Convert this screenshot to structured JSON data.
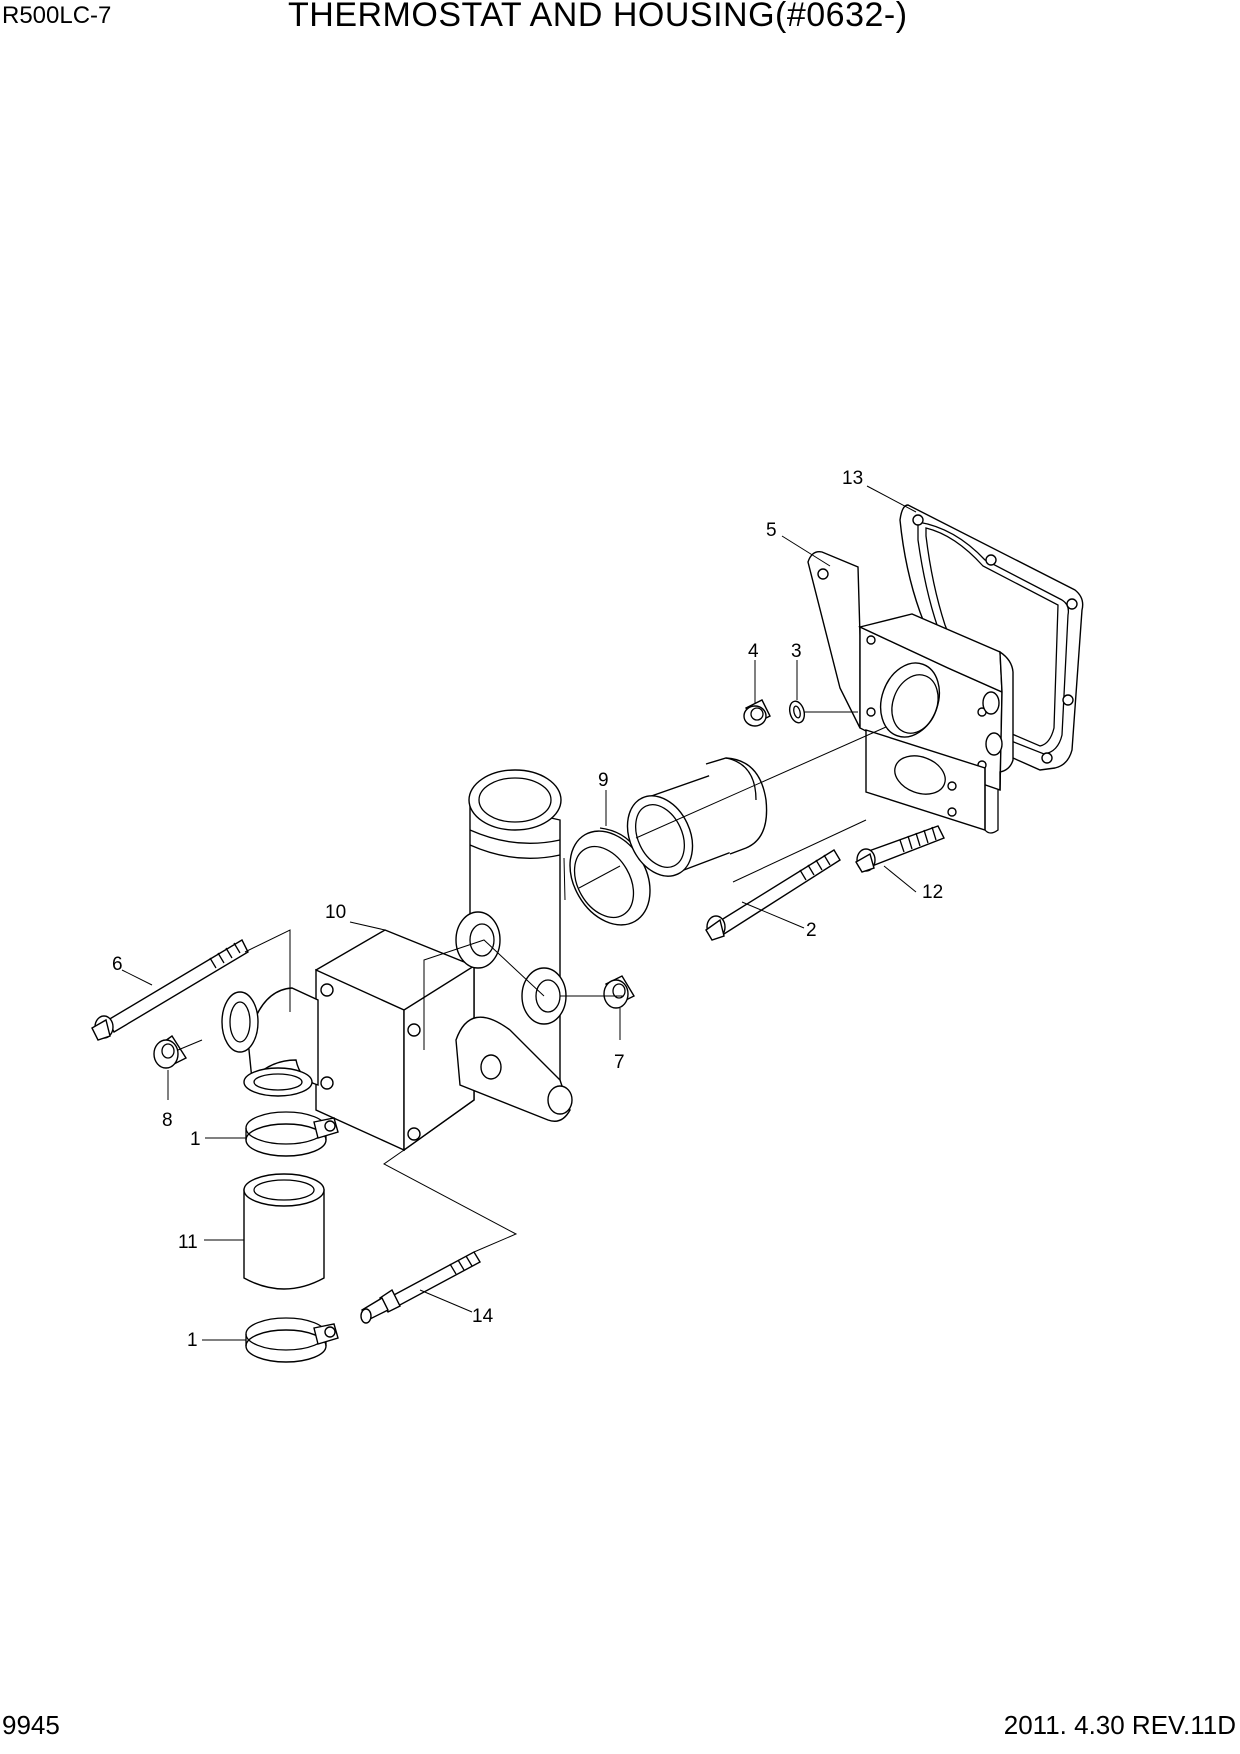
{
  "header": {
    "model": "R500LC-7",
    "title": "THERMOSTAT AND HOUSING(#0632-)"
  },
  "footer": {
    "page_number": "9945",
    "revision": "2011. 4.30  REV.11D"
  },
  "callouts": {
    "c1a": "1",
    "c1b": "1",
    "c2": "2",
    "c3": "3",
    "c4": "4",
    "c5": "5",
    "c6": "6",
    "c7": "7",
    "c8": "8",
    "c9": "9",
    "c10": "10",
    "c11": "11",
    "c12": "12",
    "c13": "13",
    "c14": "14"
  }
}
